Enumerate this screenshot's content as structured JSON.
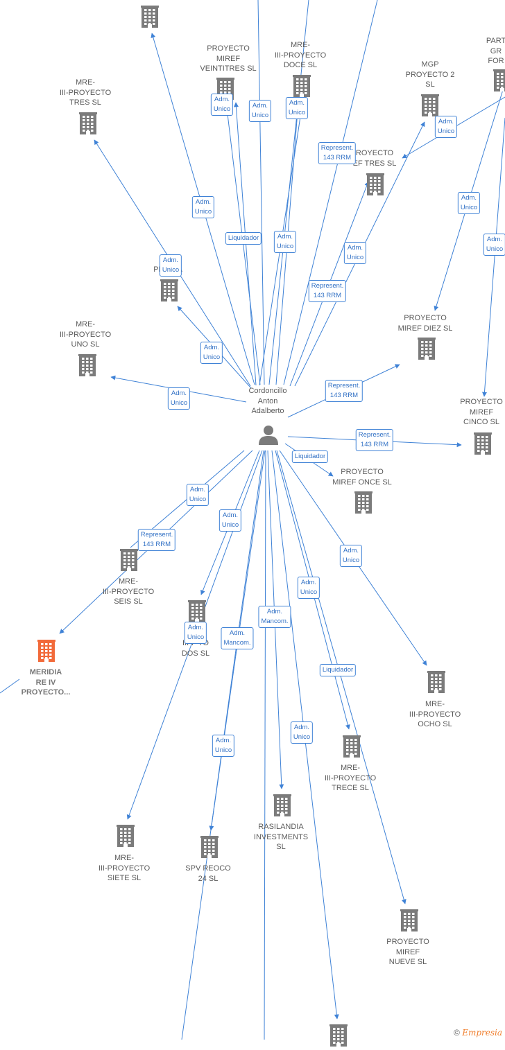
{
  "center": {
    "name": "Cordoncillo\nAnton\nAdalberto"
  },
  "nodes": [
    {
      "id": "top",
      "label": ""
    },
    {
      "id": "veintitres",
      "label": "PROYECTO\nMIREF\nVEINTITRES  SL"
    },
    {
      "id": "doce",
      "label": "MRE-\nIII-PROYECTO\nDOCE  SL"
    },
    {
      "id": "mgp2",
      "label": "MGP\nPROYECTO 2\nSL"
    },
    {
      "id": "part",
      "label": "PART\nGR\nFOR"
    },
    {
      "id": "tres",
      "label": "MRE-\nIII-PROYECTO\nTRES  SL"
    },
    {
      "id": "miref_tres",
      "label": "ROYECTO\nEF TRES  SL"
    },
    {
      "id": "pro_sa",
      "label": "PRO            SA"
    },
    {
      "id": "uno",
      "label": "MRE-\nIII-PROYECTO\nUNO  SL"
    },
    {
      "id": "diez",
      "label": "PROYECTO\nMIREF DIEZ  SL"
    },
    {
      "id": "cinco",
      "label": "PROYECTO\nMIREF\nCINCO  SL"
    },
    {
      "id": "once",
      "label": "PROYECTO\nMIREF ONCE  SL"
    },
    {
      "id": "seis",
      "label": "MRE-\nIII-PROYECTO\nSEIS  SL"
    },
    {
      "id": "meridia",
      "label": "MERIDIA\nRE IV\nPROYECTO..."
    },
    {
      "id": "dos",
      "label": "III-P         TO\nDOS  SL"
    },
    {
      "id": "ocho",
      "label": "MRE-\nIII-PROYECTO\nOCHO  SL"
    },
    {
      "id": "trece",
      "label": "MRE-\nIII-PROYECTO\nTRECE  SL"
    },
    {
      "id": "rasilandia",
      "label": "RASILANDIA\nINVESTMENTS\nSL"
    },
    {
      "id": "spv",
      "label": "SPV REOCO\n24  SL"
    },
    {
      "id": "siete",
      "label": "MRE-\nIII-PROYECTO\nSIETE  SL"
    },
    {
      "id": "nueve",
      "label": "PROYECTO\nMIREF\nNUEVE  SL"
    },
    {
      "id": "bottom",
      "label": ""
    }
  ],
  "relations": [
    "Adm.\nUnico",
    "Adm.\nUnico",
    "Adm.\nUnico",
    "Represent.\n143 RRM",
    "Adm.\nUnico",
    "Adm.\nUnico",
    "Adm.\nUnico",
    "Liquidador",
    "Adm.\nUnico",
    "Adm.\nUnico",
    "Represent.\n143 RRM",
    "Adm.\nUnico",
    "Adm.\nUnico",
    "Adm.\nUnico",
    "Represent.\n143 RRM",
    "Represent.\n143 RRM",
    "Liquidador",
    "Adm.\nUnico",
    "Adm.\nUnico",
    "Represent.\n143 RRM",
    "Adm.\nUnico",
    "Adm.\nUnico",
    "Adm.\nMancom.",
    "Adm.\nUnico",
    "Adm.\nMancom.",
    "Liquidador",
    "Adm.\nUnico",
    "Adm.\nUnico",
    "Adm.\nUnico"
  ],
  "colors": {
    "edge": "#3f82d6",
    "building": "#7b7b7b",
    "highlight": "#f26a3a",
    "person": "#7b7b7b"
  },
  "footer": {
    "copyright": "©",
    "brand": "Empresia"
  }
}
